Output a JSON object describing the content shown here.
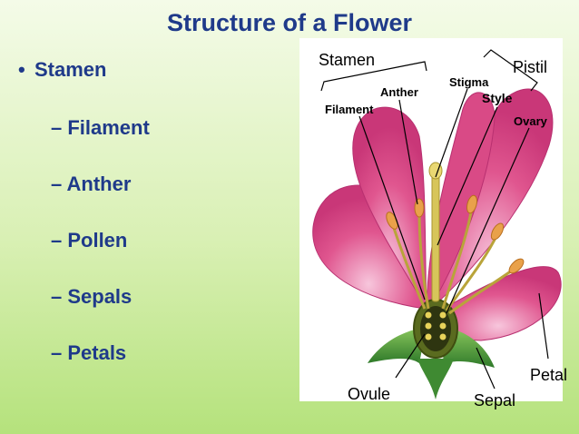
{
  "title": "Structure of a Flower",
  "bullets": {
    "main": "Stamen",
    "sub": [
      "– Filament",
      "– Anther",
      "– Pollen",
      "– Sepals",
      "– Petals"
    ]
  },
  "diagram": {
    "labels": {
      "stamen": "Stamen",
      "pistil": "Pistil",
      "stigma": "Stigma",
      "anther": "Anther",
      "style": "Style",
      "filament": "Filament",
      "ovary": "Ovary",
      "petal": "Petal",
      "ovule": "Ovule",
      "sepal": "Sepal"
    }
  },
  "colors": {
    "title": "#1f3a8a",
    "petal": "#e0568f",
    "sepal": "#4f9a3a",
    "stamen": "#c9b64a"
  }
}
